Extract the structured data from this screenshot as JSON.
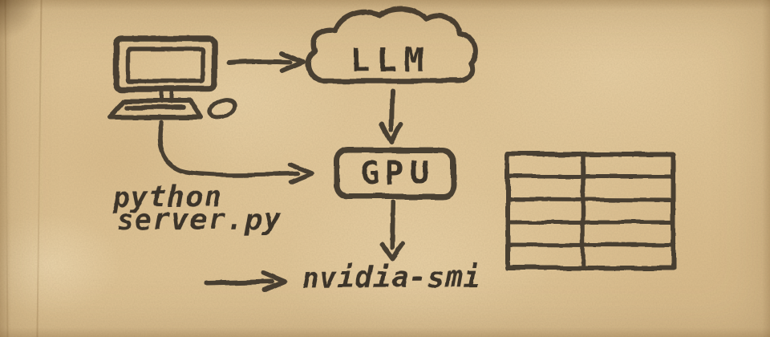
{
  "palette": {
    "paper": "#dcc193",
    "ink": "#3c342a"
  },
  "diagram": {
    "style": "hand-drawn sketch on kraft paper",
    "computer_node": {
      "type": "desktop-computer-with-keyboard-and-mouse"
    },
    "llm_node": {
      "label": "LLM",
      "shape": "cloud"
    },
    "gpu_node": {
      "label": "GPU",
      "shape": "rounded-rectangle"
    },
    "command_label": {
      "line1": "python",
      "line2": "server.py"
    },
    "output_label": {
      "text": "nvidia-smi"
    },
    "table": {
      "rows": 5,
      "columns": 2,
      "cells_empty": true
    },
    "arrows": [
      {
        "from": "computer",
        "to": "llm"
      },
      {
        "from": "llm",
        "to": "gpu"
      },
      {
        "from": "computer",
        "to": "gpu"
      },
      {
        "from": "gpu",
        "to": "nvidia-smi"
      },
      {
        "from": "left-margin",
        "to": "nvidia-smi"
      }
    ]
  }
}
